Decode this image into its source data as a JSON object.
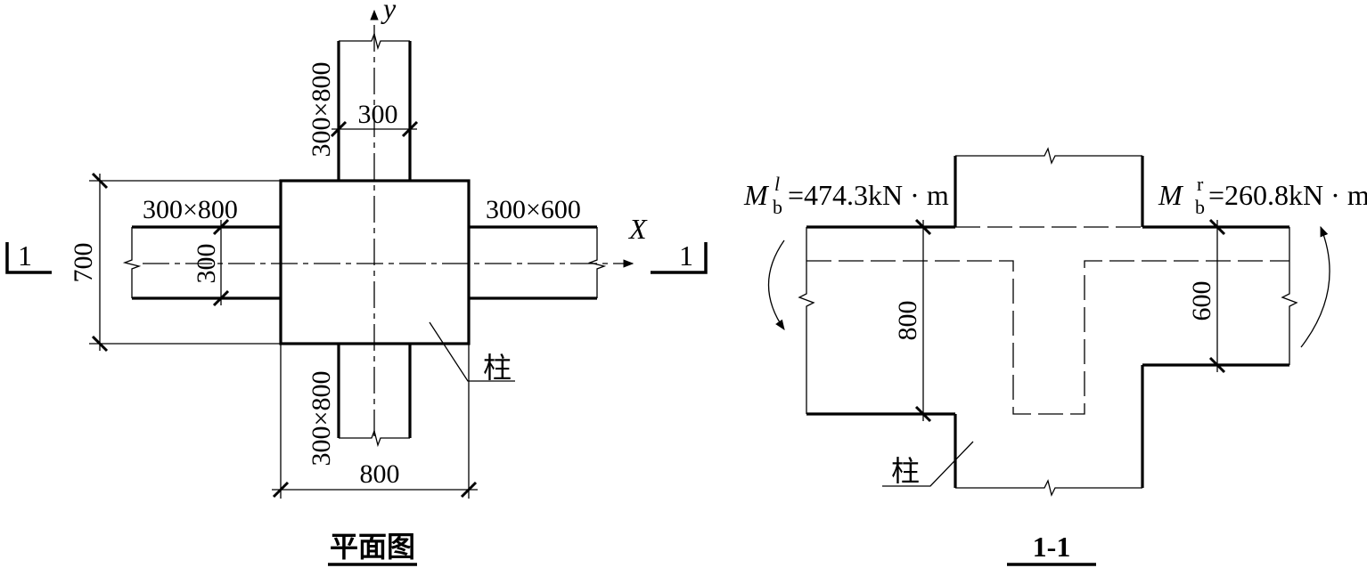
{
  "plan": {
    "title": "平面图",
    "axis_x": "X",
    "axis_y": "y",
    "beam_left": "300×800",
    "beam_right": "300×600",
    "beam_top": "300×800",
    "beam_bottom": "300×800",
    "width_top": "300",
    "width_left": "300",
    "dim_700": "700",
    "dim_800": "800",
    "column_label": "柱",
    "section_mark": "1"
  },
  "section": {
    "title": "1-1",
    "moment_left_sym": "M",
    "moment_left_sup": "l",
    "moment_left_sub": "b",
    "moment_left_val": "=474.3kN · m",
    "moment_right_sym": "M",
    "moment_right_sup": "r",
    "moment_right_sub": "b",
    "moment_right_val": "=260.8kN · m",
    "dim_800": "800",
    "dim_600": "600",
    "column_label": "柱"
  }
}
